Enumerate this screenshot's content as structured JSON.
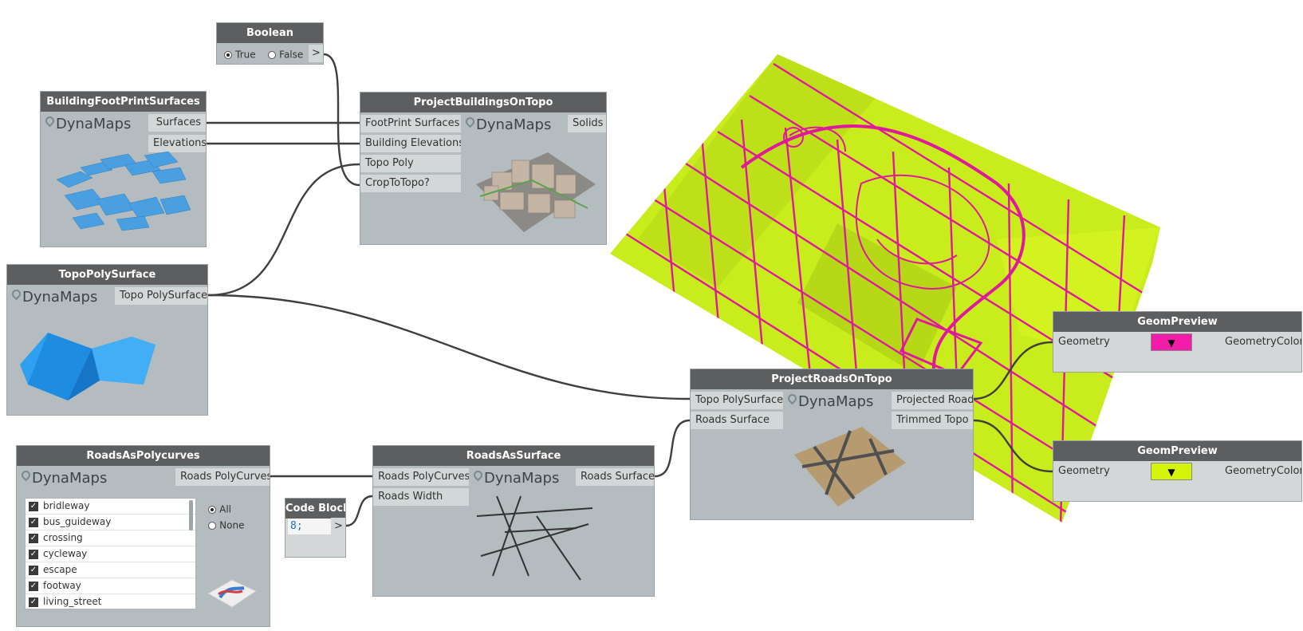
{
  "logo_text": "DynaMaps",
  "nodes": {
    "boolean": {
      "title": "Boolean",
      "opt_true": "True",
      "opt_false": "False",
      "out": ">"
    },
    "footprint": {
      "title": "BuildingFootPrintSurfaces",
      "out1": "Surfaces",
      "out2": "Elevations"
    },
    "project_buildings": {
      "title": "ProjectBuildingsOnTopo",
      "in1": "FootPrint Surfaces",
      "in2": "Building Elevations",
      "in3": "Topo Poly",
      "in4": "CropToTopo?",
      "out1": "Solids"
    },
    "topo": {
      "title": "TopoPolySurface",
      "out1": "Topo PolySurface"
    },
    "roads_poly": {
      "title": "RoadsAsPolycurves",
      "out1": "Roads PolyCurves",
      "items": [
        "bridleway",
        "bus_guideway",
        "crossing",
        "cycleway",
        "escape",
        "footway",
        "living_street"
      ],
      "opt_all": "All",
      "opt_none": "None"
    },
    "code_block": {
      "title": "Code Block",
      "code": "8;",
      "out": ">"
    },
    "roads_surface": {
      "title": "RoadsAsSurface",
      "in1": "Roads PolyCurves",
      "in2": "Roads Width",
      "out1": "Roads Surface"
    },
    "project_roads": {
      "title": "ProjectRoadsOnTopo",
      "in1": "Topo PolySurface",
      "in2": "Roads Surface",
      "out1": "Projected Road",
      "out2": "Trimmed Topo"
    },
    "geom1": {
      "title": "GeomPreview",
      "in1": "Geometry",
      "out1": "GeometryColor",
      "color": "#f21ca8"
    },
    "geom2": {
      "title": "GeomPreview",
      "in1": "Geometry",
      "out1": "GeometryColor",
      "color": "#d4f50a"
    }
  },
  "colors": {
    "terrain": "#c8ec1c",
    "road": "#e0189c",
    "node_header": "#5d5e5f",
    "node_body": "#b4bcbf",
    "wire": "#3f3f3f"
  }
}
